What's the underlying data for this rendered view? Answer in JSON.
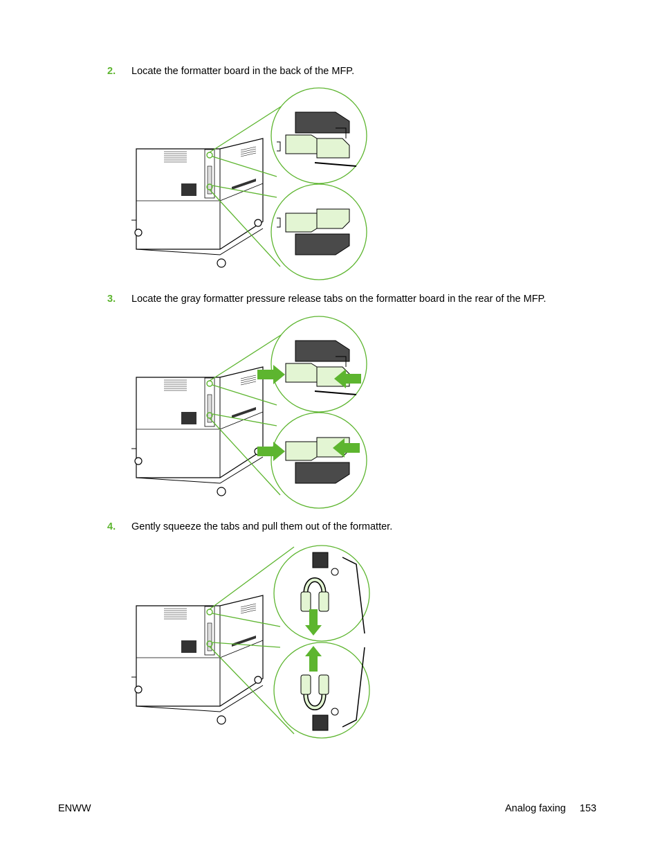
{
  "colors": {
    "accent": "#5db52f",
    "callout": "#5db52f",
    "tab_fill": "#e3f5d3",
    "dark": "#4a4a4a"
  },
  "steps": [
    {
      "number": "2.",
      "text": "Locate the formatter board in the back of the MFP."
    },
    {
      "number": "3.",
      "text": "Locate the gray formatter pressure release tabs on the formatter board in the rear of the MFP."
    },
    {
      "number": "4.",
      "text": "Gently squeeze the tabs and pull them out of the formatter."
    }
  ],
  "footer": {
    "left": "ENWW",
    "section": "Analog faxing",
    "page": "153"
  }
}
